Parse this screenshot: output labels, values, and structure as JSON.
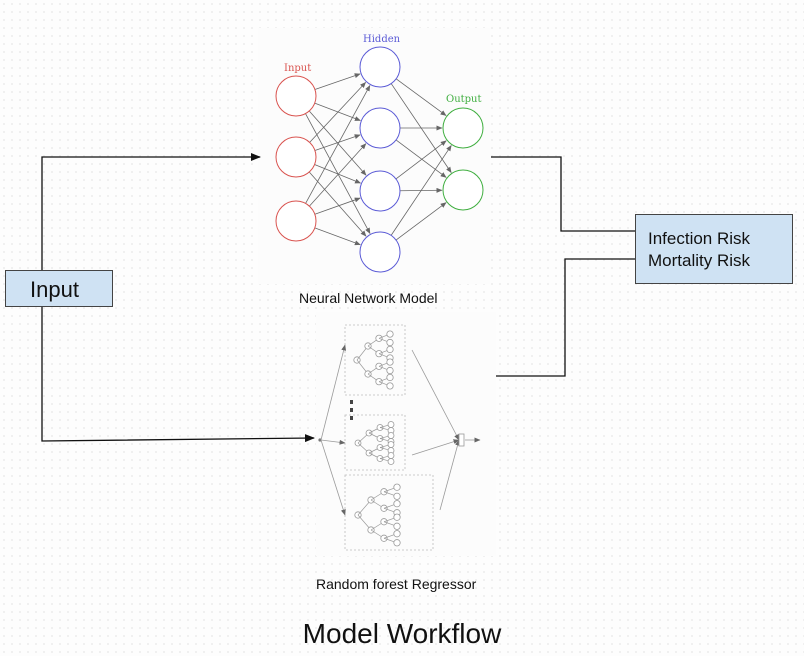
{
  "input_box": {
    "label": "Input"
  },
  "output_box": {
    "lines": [
      "Infection Risk",
      "Mortality Risk"
    ]
  },
  "neural_network": {
    "caption": "Neural Network Model",
    "layer_labels": {
      "input": "Input",
      "hidden": "Hidden",
      "output": "Output"
    },
    "colors": {
      "input": "#d9534f",
      "hidden": "#5b5bd6",
      "output": "#3fae3f"
    }
  },
  "random_forest": {
    "caption": "Random forest Regressor"
  },
  "title": "Model Workflow"
}
